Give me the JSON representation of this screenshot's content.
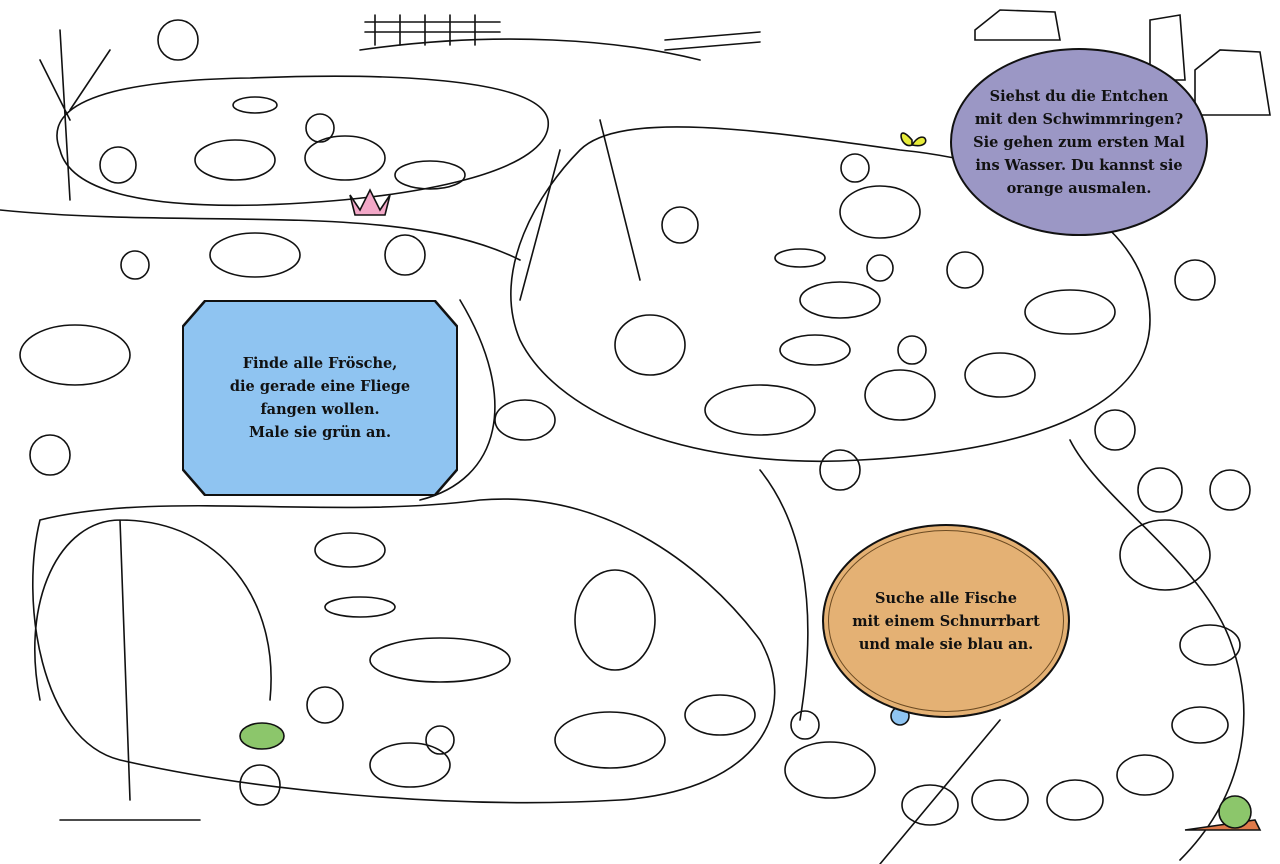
{
  "tasks": {
    "frogs": {
      "lines": [
        "Finde alle Frösche,",
        "die gerade eine Fliege",
        "fangen wollen.",
        "Male sie grün an."
      ],
      "color": "#8fc4f1"
    },
    "ducklings": {
      "lines": [
        "Siehst du die Entchen",
        "mit den Schwimmringen?",
        "Sie gehen zum ersten Mal",
        "ins Wasser. Du kannst sie",
        "orange ausmalen."
      ],
      "color": "#9b97c5"
    },
    "fish": {
      "lines": [
        "Suche alle Fische",
        "mit einem Schnurrbart",
        "und male sie blau an."
      ],
      "color": "#e4b174"
    }
  },
  "accents": {
    "lily_pad": "#8cc66b",
    "butterfly": "#e7ec3a",
    "flower": "#8fc4f1",
    "snail": "#e07a4a",
    "lotus": "#f3a8c8"
  }
}
